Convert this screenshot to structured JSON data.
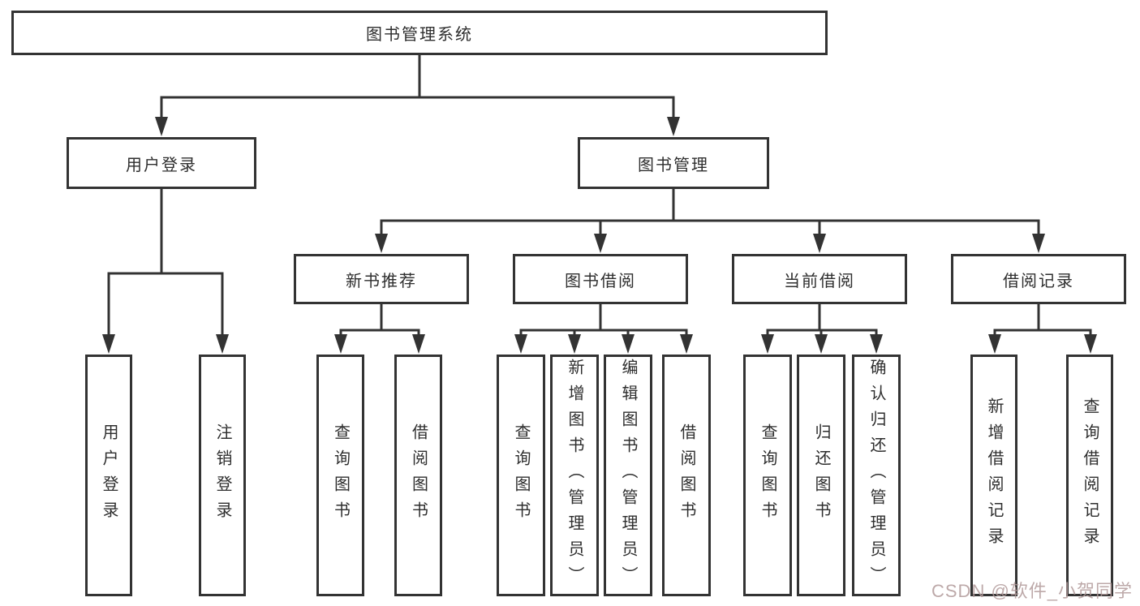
{
  "diagram_title": "图书管理系统",
  "colors": {
    "line": "#333333",
    "box_border": "#333333",
    "text": "#2e2e2e",
    "background": "#ffffff",
    "watermark": "#b19a9a"
  },
  "nodes": {
    "root": {
      "label": "图书管理系统"
    },
    "level2": [
      {
        "label": "用户登录"
      },
      {
        "label": "图书管理"
      }
    ],
    "level3": [
      {
        "label": "新书推荐"
      },
      {
        "label": "图书借阅"
      },
      {
        "label": "当前借阅"
      },
      {
        "label": "借阅记录"
      }
    ],
    "leaves": {
      "user_login": [
        "用户登录",
        "注销登录"
      ],
      "new_books": [
        "查询图书",
        "借阅图书"
      ],
      "book_borrow": [
        "查询图书",
        "新增图书（管理员）",
        "编辑图书（管理员）",
        "借阅图书"
      ],
      "current_borrow": [
        "查询图书",
        "归还图书",
        "确认归还（管理员）"
      ],
      "borrow_records": [
        "新增借阅记录",
        "查询借阅记录"
      ]
    }
  },
  "watermark": {
    "text": "CSDN @软件_小贺同学"
  }
}
